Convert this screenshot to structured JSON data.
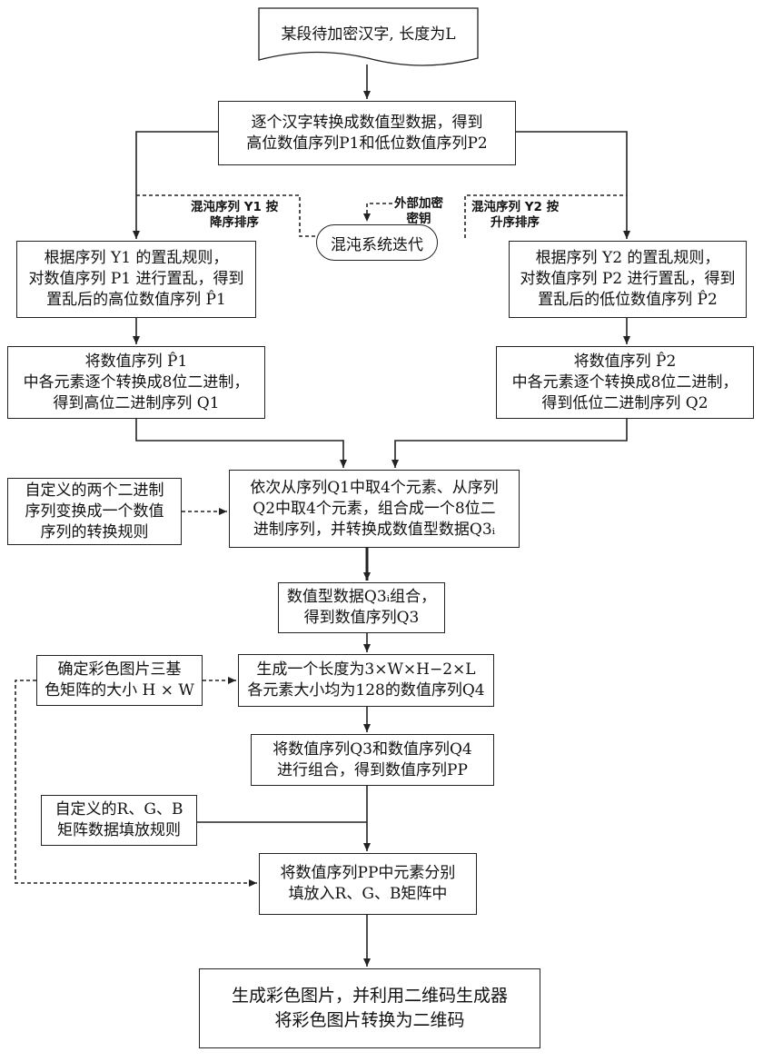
{
  "nodes": {
    "start": "某段待加密汉字, 长度为L",
    "convert": [
      "逐个汉字转换成数值型数据，得到",
      "高位数值序列P1和低位数值序列P2"
    ],
    "chaos": "混沌系统迭代",
    "label_y1": [
      "混沌序列 Y1 按",
      "降序排序"
    ],
    "label_key": [
      "外部加密",
      "密钥"
    ],
    "label_y2": [
      "混沌序列 Y2 按",
      "升序排序"
    ],
    "scramble_p1": [
      "根据序列  Y1 的置乱规则，",
      "对数值序列 P1 进行置乱，得到",
      "置乱后的高位数值序列 P̂1"
    ],
    "scramble_p2": [
      "根据序列  Y2 的置乱规则，",
      "对数值序列 P2 进行置乱，得到",
      "置乱后的低位数值序列 P̂2"
    ],
    "binary_q1": [
      "将数值序列 P̂1",
      "中各元素逐个转换成8位二进制，",
      "得到高位二进制序列 Q1"
    ],
    "binary_q2": [
      "将数值序列 P̂2",
      "中各元素逐个转换成8位二进制，",
      "得到低位二进制序列 Q2"
    ],
    "rule_convert": [
      "自定义的两个二进制",
      "序列变换成一个数值",
      "序列的转换规则"
    ],
    "combine_q3i": [
      "依次从序列Q1中取4个元素、从序列",
      "Q2中取4个元素，组合成一个8位二",
      "进制序列，并转换成数值型数据Q3ᵢ"
    ],
    "combine_q3": [
      "数值型数据Q3ᵢ组合，",
      "得到数值序列Q3"
    ],
    "size_hw": [
      "确定彩色图片三基",
      "色矩阵的大小 H × W"
    ],
    "gen_q4": [
      "生成一个长度为3×W×H−2×L",
      "各元素大小均为128的数值序列Q4"
    ],
    "combine_pp": [
      "将数值序列Q3和数值序列Q4",
      "进行组合，得到数值序列PP"
    ],
    "rule_fill": [
      "自定义的R、G、B",
      "矩阵数据填放规则"
    ],
    "fill_rgb": [
      "将数值序列PP中元素分别",
      "填放入R、G、B矩阵中"
    ],
    "output": [
      "生成彩色图片，并利用二维码生成器",
      "将彩色图片转换为二维码"
    ]
  }
}
